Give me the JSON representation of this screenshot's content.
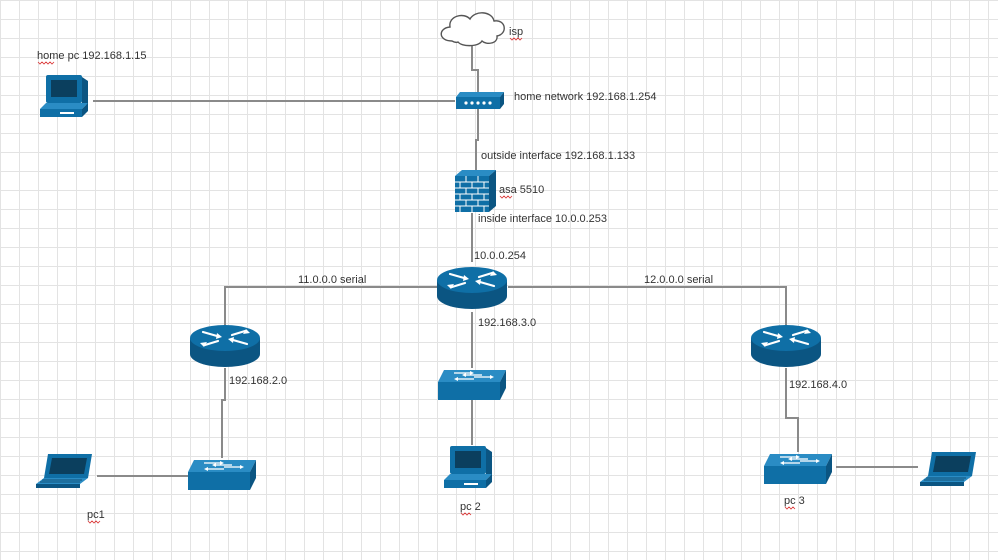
{
  "colors": {
    "device": "#0f6fa6",
    "device_dark": "#0b5582",
    "line": "#8a8a8a",
    "text": "#333333",
    "grid": "#e3e3e3"
  },
  "labels": {
    "isp": "isp",
    "home_pc": "home pc 192.168.1.15",
    "home_network": "home network 192.168.1.254",
    "outside_interface": "outside interface 192.168.1.133",
    "asa": "asa 5510",
    "inside_interface": "inside interface 10.0.0.253",
    "core_ip": "10.0.0.254",
    "serial_left": "11.0.0.0 serial",
    "serial_right": "12.0.0.0 serial",
    "net_center": "192.168.3.0",
    "net_left": "192.168.2.0",
    "net_right": "192.168.4.0",
    "pc1": "pc1",
    "pc2": "pc 2",
    "pc3": "pc 3"
  },
  "devices": [
    {
      "id": "isp",
      "type": "cloud-icon"
    },
    {
      "id": "home-pc",
      "type": "desktop-pc-icon"
    },
    {
      "id": "home-modem",
      "type": "modem-icon"
    },
    {
      "id": "asa-5510",
      "type": "firewall-icon"
    },
    {
      "id": "core-router",
      "type": "router-icon"
    },
    {
      "id": "left-router",
      "type": "router-icon"
    },
    {
      "id": "right-router",
      "type": "router-icon"
    },
    {
      "id": "center-switch",
      "type": "switch-icon"
    },
    {
      "id": "left-switch",
      "type": "switch-icon"
    },
    {
      "id": "right-switch",
      "type": "switch-icon"
    },
    {
      "id": "pc1",
      "type": "laptop-icon"
    },
    {
      "id": "pc2",
      "type": "desktop-pc-icon"
    },
    {
      "id": "pc3",
      "type": "laptop-icon"
    }
  ]
}
